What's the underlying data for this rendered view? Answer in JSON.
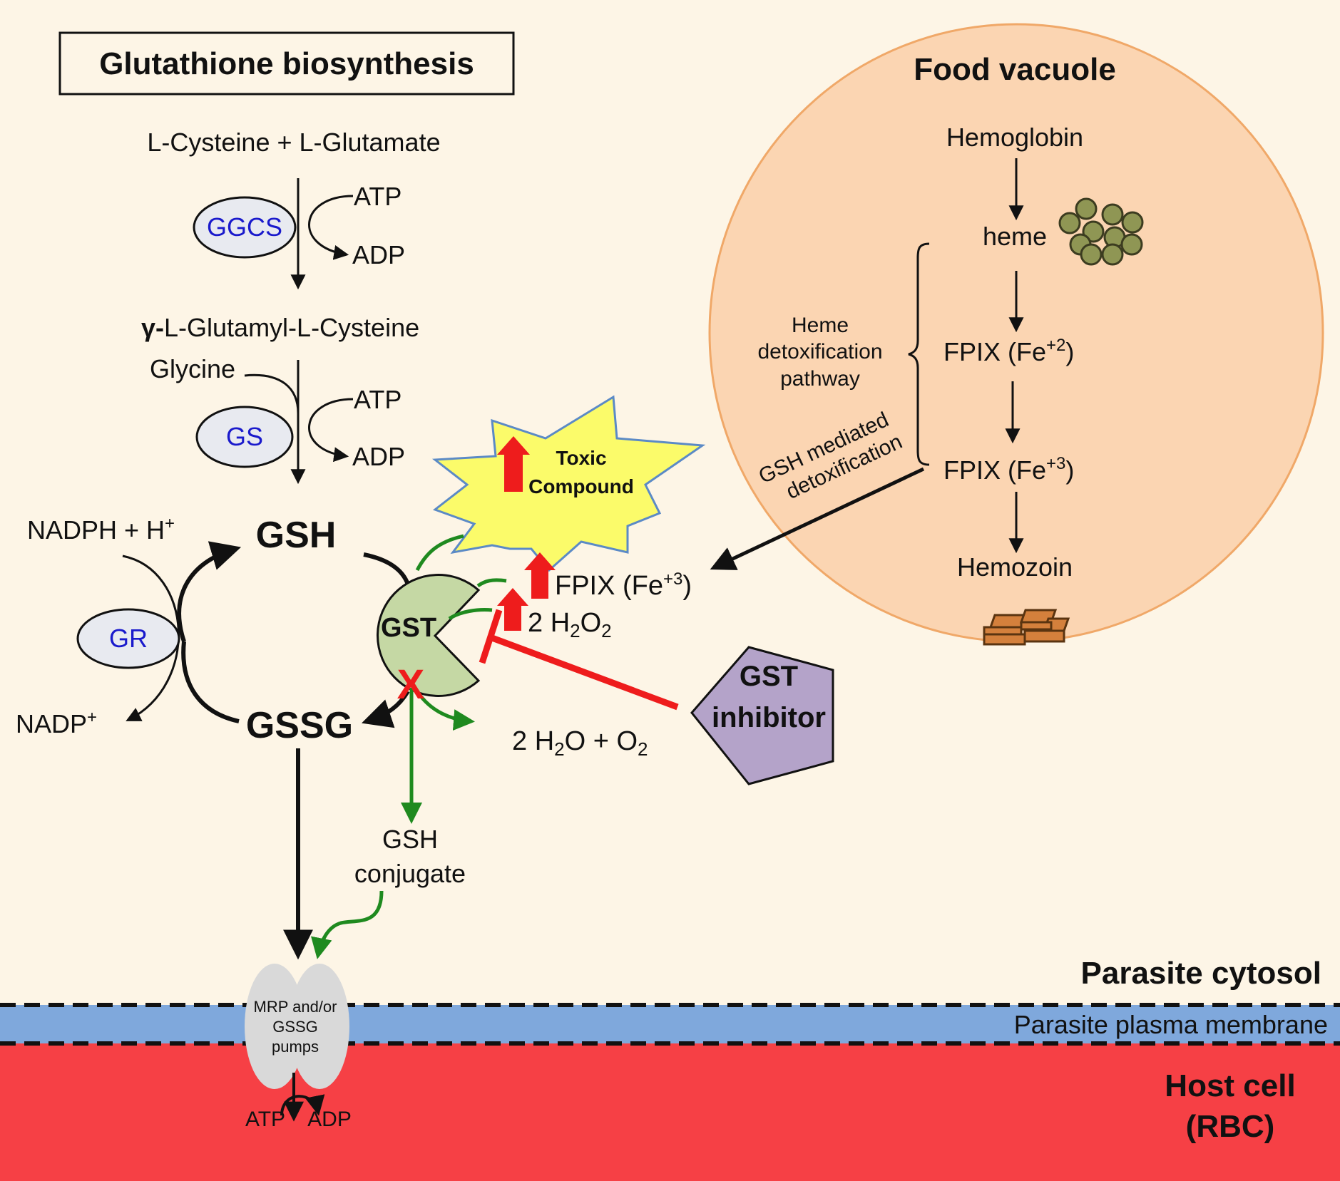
{
  "title": "Glutathione biosynthesis",
  "biosynthesis": {
    "substrate": "L-Cysteine + L-Glutamate",
    "enzyme1": "GGCS",
    "atp": "ATP",
    "adp": "ADP",
    "intermediate_gamma": "γ-",
    "intermediate_rest": "L-Glutamyl-L-Cysteine",
    "glycine": "Glycine",
    "enzyme2": "GS"
  },
  "redox_cycle": {
    "gsh": "GSH",
    "gssg": "GSSG",
    "gr": "GR",
    "nadph": "NADPH + H",
    "nadph_sup": "+",
    "nadp": "NADP",
    "nadp_sup": "+"
  },
  "gst": {
    "label": "GST",
    "toxic_line1": "Toxic",
    "toxic_line2": "Compound",
    "fpix_main": "FPIX (Fe",
    "fpix_sup": "+3",
    "fpix_close": ")",
    "h2o2": [
      "2 H",
      "2",
      "O",
      "2"
    ],
    "products": [
      "2 H",
      "2",
      "O + O",
      "2"
    ],
    "conjugate_line1": "GSH",
    "conjugate_line2": "conjugate",
    "inhibitor_line1": "GST",
    "inhibitor_line2": "inhibitor"
  },
  "food_vacuole": {
    "title": "Food vacuole",
    "hemoglobin": "Hemoglobin",
    "heme": "heme",
    "fpix2_main": "FPIX (Fe",
    "fpix2_sup": "+2",
    "fpix2_close": ")",
    "fpix3_main": "FPIX (Fe",
    "fpix3_sup": "+3",
    "fpix3_close": ")",
    "hemozoin": "Hemozoin",
    "heme_detox": [
      "Heme",
      "detoxification",
      "pathway"
    ],
    "gsh_detox": [
      "GSH mediated",
      "detoxification"
    ]
  },
  "pump": {
    "label": [
      "MRP and/or",
      "GSSG",
      "pumps"
    ],
    "atp": "ATP",
    "adp": "ADP"
  },
  "regions": {
    "cytosol": "Parasite cytosol",
    "membrane": "Parasite plasma membrane",
    "host_line1": "Host cell",
    "host_line2": "(RBC)"
  },
  "colors": {
    "cytosol_bg": "#fdf5e6",
    "vacuole_fill": "#fbd5b2",
    "vacuole_stroke": "#f0a868",
    "membrane": "#7fa8dc",
    "host": "#f64045",
    "enzyme_fill": "#e8eaf0",
    "enzyme_text": "#1a1acc",
    "gst_fill": "#c5d8a4",
    "inhibitor_fill": "#b4a3c9",
    "toxic_fill": "#fbfb6a",
    "toxic_stroke": "#5b8ac6",
    "red": "#ee1c1c",
    "green": "#1f8a1f",
    "heme_dot": "#8f9654",
    "hemozoin": "#d4803c",
    "pump_fill": "#d9d9d9"
  }
}
